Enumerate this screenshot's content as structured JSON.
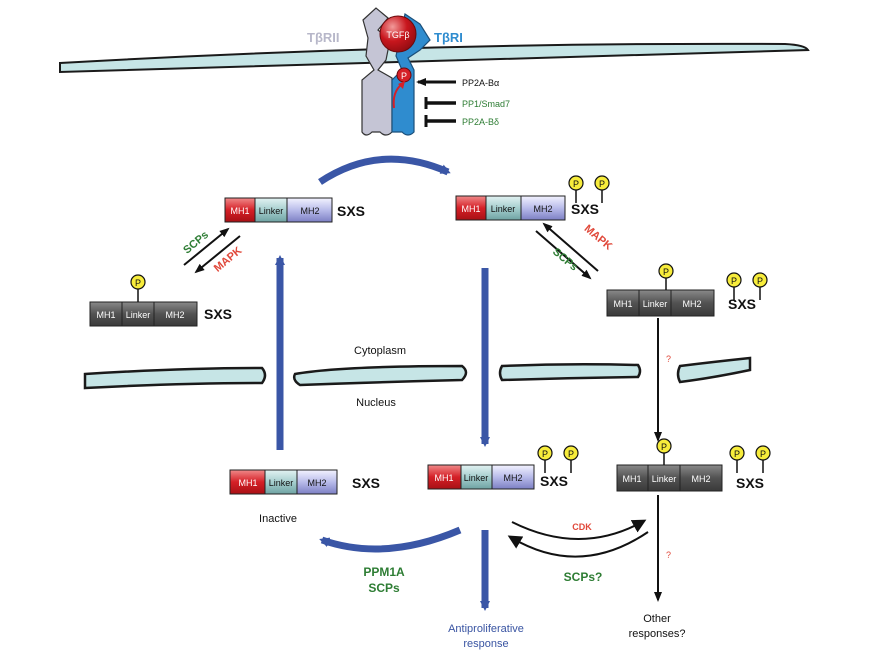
{
  "receptors": {
    "tbrii": "TβRII",
    "tgfb": "TGFβ",
    "tbri": "TβRI",
    "p": "P"
  },
  "regulators": {
    "pp2a_ba": "PP2A-Bα",
    "pp1_smad7": "PP1/Smad7",
    "pp2a_bd": "PP2A-Bδ"
  },
  "domains": {
    "mh1": "MH1",
    "linker": "Linker",
    "mh2": "MH2",
    "sxs": "SXS",
    "p": "P"
  },
  "enzymes": {
    "scps": "SCPs",
    "mapk": "MAPK",
    "cdk": "CDK",
    "scps_q": "SCPs?",
    "question": "?",
    "ppm1a": "PPM1A"
  },
  "compartments": {
    "cytoplasm": "Cytoplasm",
    "nucleus": "Nucleus"
  },
  "outcomes": {
    "inactive": "Inactive",
    "antiproliferative_1": "Antiproliferative",
    "antiproliferative_2": "response",
    "other_1": "Other",
    "other_2": "responses?"
  },
  "colors": {
    "membrane": "#c6e5e6",
    "tbrii": "#c5c5d5",
    "tbri": "#2f8ccf",
    "tgfb": "#c8161d",
    "mh1": "#d52027",
    "linker_active": "#a6cfcf",
    "mh2_active": "#b9bcea",
    "inactive_grey": "#525252",
    "phospho": "#f7ec3b",
    "blue_arrow": "#3a56a6",
    "green_text": "#2e7d34",
    "red_text": "#e0483a",
    "blue_text": "#3954a2"
  }
}
